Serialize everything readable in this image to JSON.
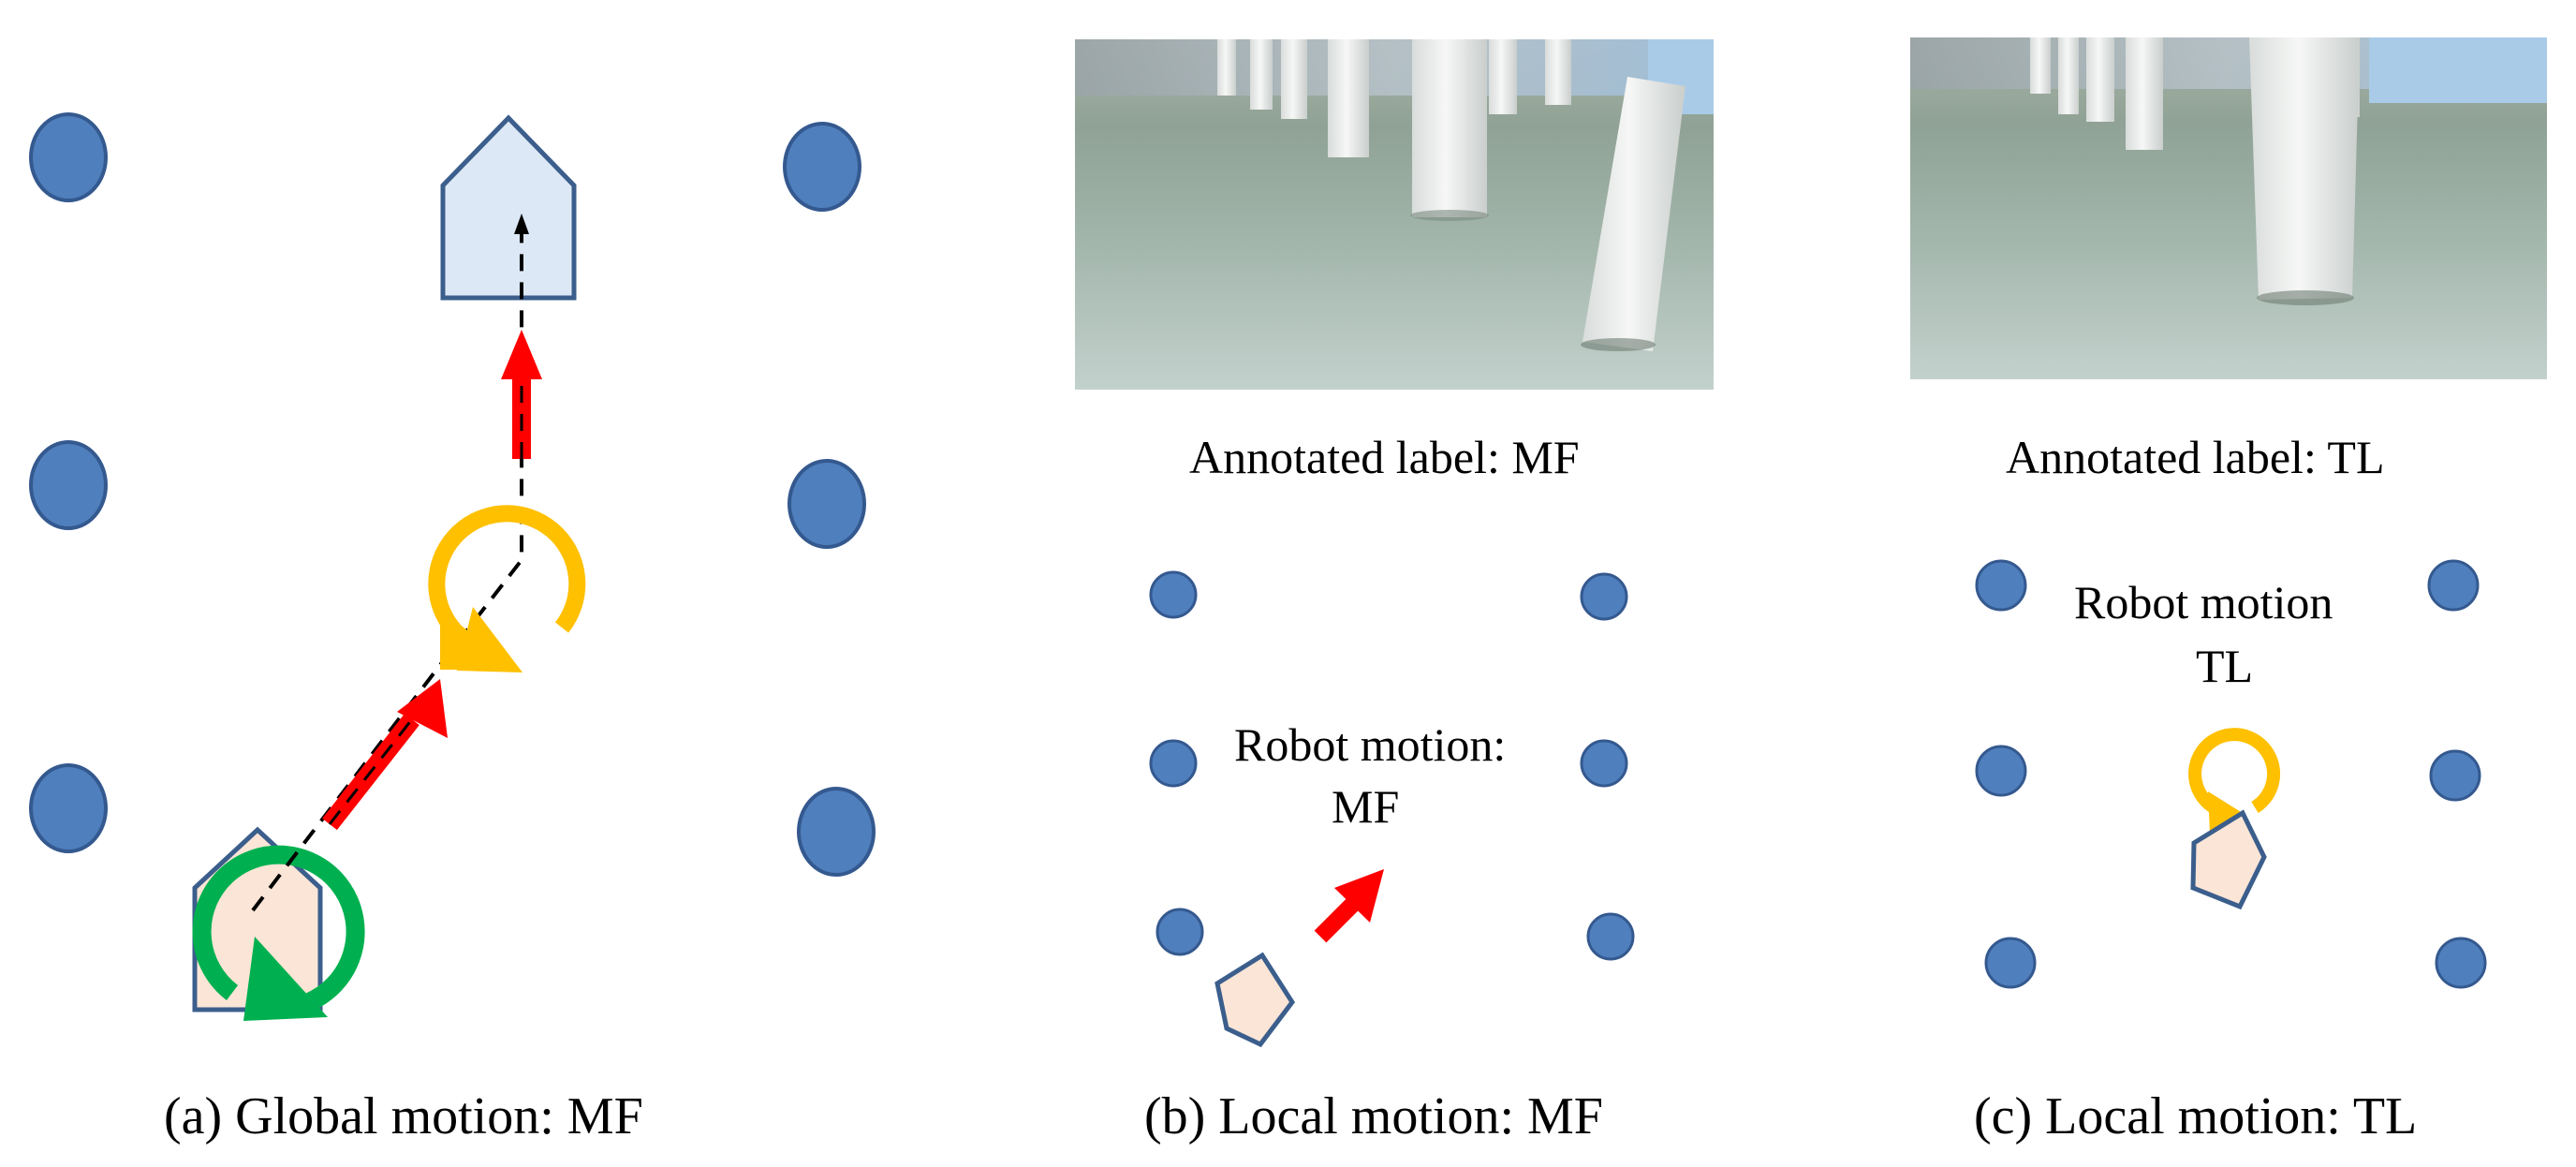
{
  "panels": {
    "a": {
      "caption": "(a) Global motion: MF"
    },
    "b": {
      "caption": "(b) Local motion: MF",
      "annotated_label": "Annotated label: MF",
      "robot_motion_line1": "Robot motion:",
      "robot_motion_line2": "MF"
    },
    "c": {
      "caption": "(c) Local motion: TL",
      "annotated_label": "Annotated label: TL",
      "robot_motion_line1": "Robot motion",
      "robot_motion_line2": "TL"
    }
  },
  "colors": {
    "obstacle": "#4f7fbd",
    "obstacle_stroke": "#34598f",
    "goal_fill": "#dce8f5",
    "robot_fill": "#fbe5d6",
    "shape_stroke": "#3b5e8c",
    "move_forward_arrow": "#ff0000",
    "turn_right_arrow": "#ffc000",
    "turn_left_arrow": "#ffc000",
    "start_rotation_arrow": "#00b050"
  },
  "icons": {
    "obstacle": "circle-obstacle-icon",
    "goal": "house-goal-icon",
    "robot": "pentagon-robot-icon"
  }
}
